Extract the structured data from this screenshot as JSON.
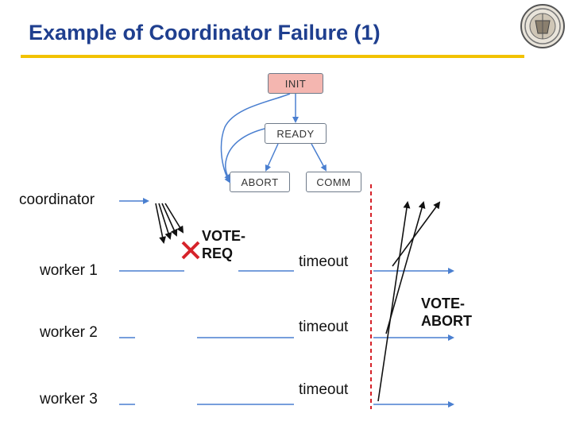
{
  "slide": {
    "title": "Example of Coordinator Failure (1)"
  },
  "states": {
    "init": "INIT",
    "ready": "READY",
    "abort": "ABORT",
    "comm": "COMM"
  },
  "rows": {
    "coordinator": "coordinator",
    "worker1": "worker 1",
    "worker2": "worker 2",
    "worker3": "worker 3"
  },
  "messages": {
    "vote_req_line1": "VOTE-",
    "vote_req_line2": "REQ",
    "vote_abort_line1": "VOTE-",
    "vote_abort_line2": "ABORT"
  },
  "timeouts": {
    "worker1": "timeout",
    "worker2": "timeout",
    "worker3": "timeout"
  },
  "colors": {
    "title": "#1f3f8f",
    "title_rule": "#f2c200",
    "timeline": "#4a7fd0",
    "failure_line": "#d6232a",
    "cross": "#d6232a",
    "init_fill": "#f4b6b0",
    "state_border": "#6f7b8a",
    "transition_arrow": "#4a7fd0"
  },
  "icons": {
    "seal": "university-seal-icon",
    "failure": "cross-icon"
  }
}
